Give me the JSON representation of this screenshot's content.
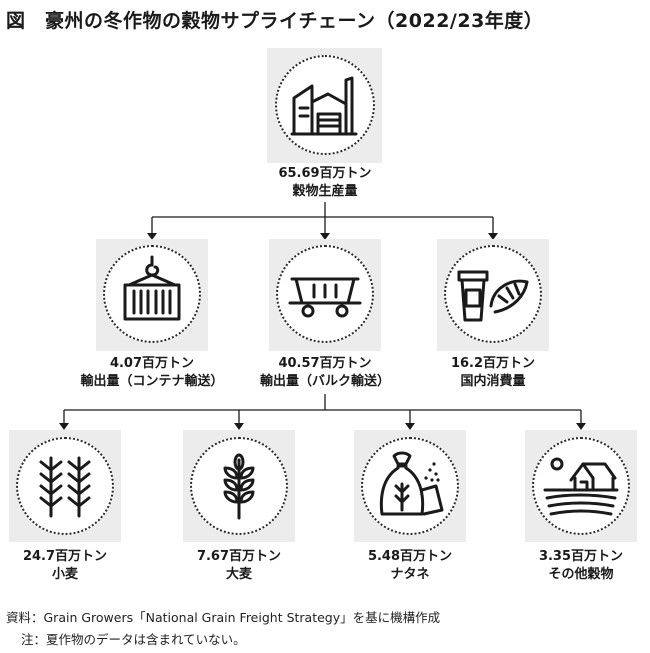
{
  "title": "図　豪州の冬作物の穀物サプライチェーン（2022/23年度）",
  "nodes": {
    "production": {
      "amount": "65.69百万トン",
      "label": "穀物生産量",
      "icon": "grain-silo-icon"
    },
    "export_container": {
      "amount": "4.07百万トン",
      "label": "輸出量（コンテナ輸送）",
      "icon": "shipping-container-icon"
    },
    "export_bulk": {
      "amount": "40.57百万トン",
      "label": "輸出量（バルク輸送）",
      "icon": "hopper-railcar-icon"
    },
    "domestic": {
      "amount": "16.2百万トン",
      "label": "国内消費量",
      "icon": "coffee-croissant-icon"
    },
    "wheat": {
      "amount": "24.7百万トン",
      "label": "小麦",
      "icon": "wheat-icon"
    },
    "barley": {
      "amount": "7.67百万トン",
      "label": "大麦",
      "icon": "barley-icon"
    },
    "canola": {
      "amount": "5.48百万トン",
      "label": "ナタネ",
      "icon": "seed-sack-icon"
    },
    "other": {
      "amount": "3.35百万トン",
      "label": "その他穀物",
      "icon": "farm-field-icon"
    }
  },
  "notes": {
    "source": "資料：Grain Growers「National Grain Freight Strategy」を基に機構作成",
    "note": "注：夏作物のデータは含まれていない。"
  }
}
